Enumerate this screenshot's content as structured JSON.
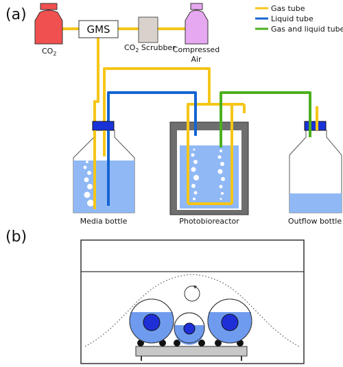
{
  "panels": {
    "a": "(a)",
    "b": "(b)"
  },
  "components": {
    "co2": "CO",
    "co2_sub": "2",
    "gms": "GMS",
    "scrubber_prefix": "CO",
    "scrubber_sub": "2",
    "scrubber_suffix": " Scrubber",
    "air_line1": "Compressed",
    "air_line2": "Air",
    "media_bottle": "Media bottle",
    "photobioreactor": "Photobioreactor",
    "outflow_bottle": "Outflow bottle"
  },
  "legend": [
    {
      "label": "Gas tube",
      "color": "#f5c518"
    },
    {
      "label": "Liquid tube",
      "color": "#1464d2"
    },
    {
      "label": "Gas and liquid tube",
      "color": "#4caf1e"
    }
  ],
  "colors": {
    "gas": "#f5c518",
    "liquid": "#1464d2",
    "mixed": "#4caf1e",
    "media": "#8fb8f5",
    "cap": "#1a33d8",
    "co2_tank": "#f05050",
    "air_tank": "#e6a8f0",
    "scrubber": "#d9d2cc",
    "reactor_frame": "#6e6e6e",
    "drum": "#6f9bef",
    "drum_core": "#1f2fd8"
  }
}
